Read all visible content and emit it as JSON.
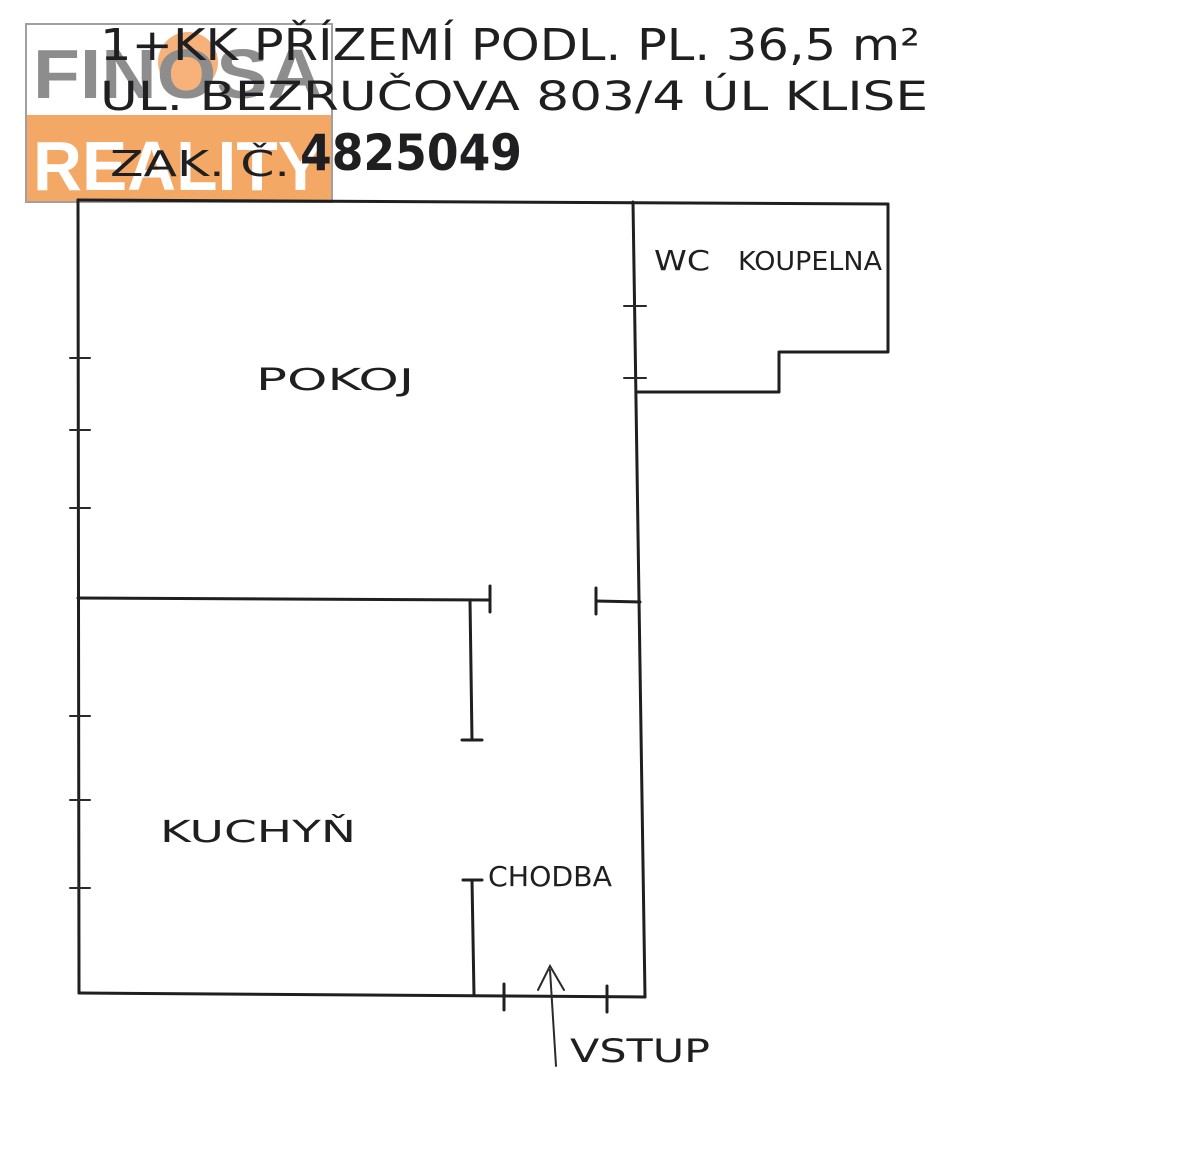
{
  "logo": {
    "top_text": "FINOSA",
    "bottom_text": "REALITY",
    "colors": {
      "grey": "#8d8d8d",
      "orange": "#f3a865",
      "orb": "#f6b27a",
      "border": "#a0a0a0"
    }
  },
  "header": {
    "line1": "1+KK PŘÍZEMÍ PODL. PL. 36,5 m²",
    "line2": "UL. BEZRUČOVA 803/4 ÚL KLISE",
    "line3_prefix": "ZAK. Č. ",
    "order_number": "4825049"
  },
  "rooms": {
    "pokoj": "POKOJ",
    "wc": "WC",
    "koupelna": "KOUPELNA",
    "kuchyn": "KUCHYŇ",
    "chodba": "CHODBA"
  },
  "entrance": {
    "label": "VSTUP",
    "icon": "arrow-up-icon"
  },
  "colors": {
    "ink": "#1f1f22",
    "paper": "#ffffff"
  }
}
